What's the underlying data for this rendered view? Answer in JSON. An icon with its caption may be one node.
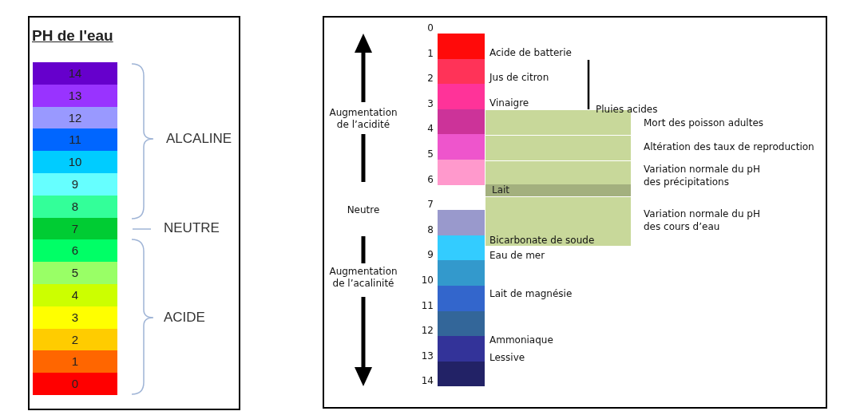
{
  "diagram": {
    "title": "PH de l'eau",
    "nodes": [
      {
        "text": [
          "14"
        ]
      },
      {
        "text": [
          "13"
        ]
      },
      {
        "text": [
          "12"
        ]
      },
      {
        "text": [
          "11"
        ]
      },
      {
        "text": [
          "10"
        ]
      },
      {
        "text": [
          "9"
        ]
      },
      {
        "text": [
          "8"
        ]
      },
      {
        "text": [
          "7"
        ]
      },
      {
        "text": [
          "6"
        ]
      },
      {
        "text": [
          "5"
        ]
      },
      {
        "text": [
          "4"
        ]
      },
      {
        "text": [
          "3"
        ]
      },
      {
        "text": [
          "2"
        ]
      },
      {
        "text": [
          "1"
        ]
      },
      {
        "text": [
          "0"
        ]
      },
      {
        "text": [],
        "shape": "box",
        "beside": [
          "Mort des poisson adultes"
        ]
      },
      {
        "text": [],
        "shape": "box",
        "beside": [
          "Altération des taux de reproduction"
        ]
      },
      {
        "text": [],
        "shape": "box",
        "beside": [
          "Variation normale du pH des précipitations"
        ]
      },
      {
        "text": [],
        "shape": "box",
        "beside": [
          "Variation normale du pH des cours d’eau"
        ]
      },
      {
        "text": [
          "Lait"
        ]
      },
      {
        "text": [],
        "shape": "bar"
      },
      {
        "text": [],
        "shape": "bar"
      },
      {
        "text": [],
        "shape": "bar"
      },
      {
        "text": [],
        "shape": "bar"
      },
      {
        "text": [],
        "shape": "bar"
      },
      {
        "text": [],
        "shape": "bar"
      },
      {
        "text": [],
        "shape": "bar"
      },
      {
        "text": [],
        "shape": "bar"
      },
      {
        "text": [],
        "shape": "bar"
      },
      {
        "text": [],
        "shape": "bar"
      },
      {
        "text": [],
        "shape": "bar"
      },
      {
        "text": [],
        "shape": "bar"
      },
      {
        "text": [],
        "shape": "bar"
      }
    ],
    "labels": [
      "ALCALINE",
      "NEUTRE",
      "ACIDE",
      "0",
      "1",
      "2",
      "3",
      "4",
      "5",
      "6",
      "7",
      "8",
      "9",
      "10",
      "11",
      "12",
      "13",
      "14",
      "Augmentation de l’acidité",
      "Neutre",
      "Augmentation de l’acalinité",
      "Acide de batterie",
      "Jus de citron",
      "Vinaigre",
      "Pluies acides",
      "Bicarbonate de soude",
      "Eau de mer",
      "Lait de magnésie",
      "Ammoniaque",
      "Lessive"
    ]
  }
}
